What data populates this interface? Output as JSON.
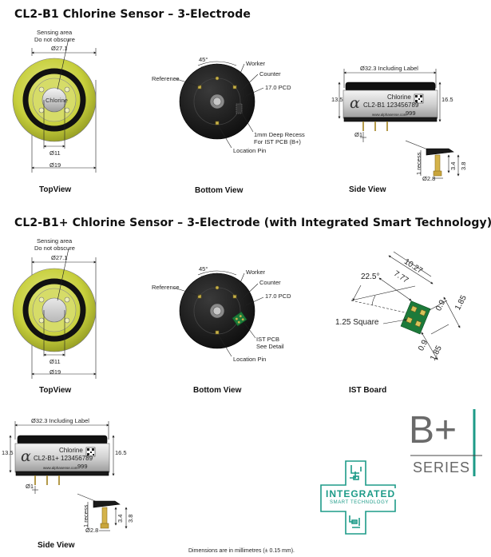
{
  "section1": {
    "title": "CL2-B1 Chlorine Sensor – 3-Electrode",
    "top": {
      "sensing": "Sensing area",
      "obscure": "Do not obscure",
      "d271": "Ø27.1",
      "d11": "Ø11",
      "d19": "Ø19",
      "caption": "TopView",
      "face": "Chlorine"
    },
    "bottom": {
      "angle": "45°",
      "worker": "Worker",
      "reference": "Reference",
      "counter": "Counter",
      "pcd": "17.0 PCD",
      "recess1": "1mm Deep Recess",
      "recess2": "For IST PCB (B+)",
      "pin": "Location Pin",
      "caption": "Bottom View"
    },
    "side": {
      "label_dim": "Ø32.3 Including Label",
      "h135": "13.5",
      "h165": "16.5",
      "logo": "α",
      "name": "Chlorine",
      "serial": "CL2-B1 123456789",
      "code": "999",
      "url": "www.alphasense.com",
      "d1": "Ø1",
      "recess": "1 recess",
      "d34": "3.4",
      "d38": "3.8",
      "d28": "Ø2.8",
      "caption": "Side View"
    }
  },
  "section2": {
    "title": "CL2-B1+ Chlorine Sensor – 3-Electrode (with Integrated Smart Technology)",
    "top": {
      "sensing": "Sensing area",
      "obscure": "Do not obscure",
      "d271": "Ø27.1",
      "d11": "Ø11",
      "d19": "Ø19",
      "caption": "TopView"
    },
    "bottom": {
      "angle": "45°",
      "worker": "Worker",
      "reference": "Reference",
      "counter": "Counter",
      "pcd": "17.0 PCD",
      "ist1": "IST PCB",
      "ist2": "See Detail",
      "pin": "Location Pin",
      "caption": "Bottom View"
    },
    "ist": {
      "d1027": "10.27",
      "d777": "7.77",
      "angle": "22.5°",
      "square": "1.25 Square",
      "d09a": "0.9",
      "d185a": "1.85",
      "d09b": "0.9",
      "d185b": "1.85",
      "caption": "IST Board"
    },
    "side": {
      "label_dim": "Ø32.3 Including Label",
      "h135": "13.5",
      "h165": "16.5",
      "logo": "α",
      "name": "Chlorine",
      "serial": "CL2-B1+ 123456789",
      "code": "999",
      "url": "www.alphasense.com",
      "d1": "Ø1",
      "recess": "1 recess",
      "d34": "3.4",
      "d38": "3.8",
      "d28": "Ø2.8",
      "caption": "Side View"
    }
  },
  "logos": {
    "integrated": "INTEGRATED",
    "smart": "SMART TECHNOLOGY",
    "bplus": "B+",
    "series": "SERIES"
  },
  "footer": "Dimensions are in millimetres (± 0.15 mm).",
  "colors": {
    "teal": "#1d9b88",
    "yellow_green": "#c9d13a",
    "sensor_body": "#1a1a1a",
    "gray_text": "#666666"
  }
}
